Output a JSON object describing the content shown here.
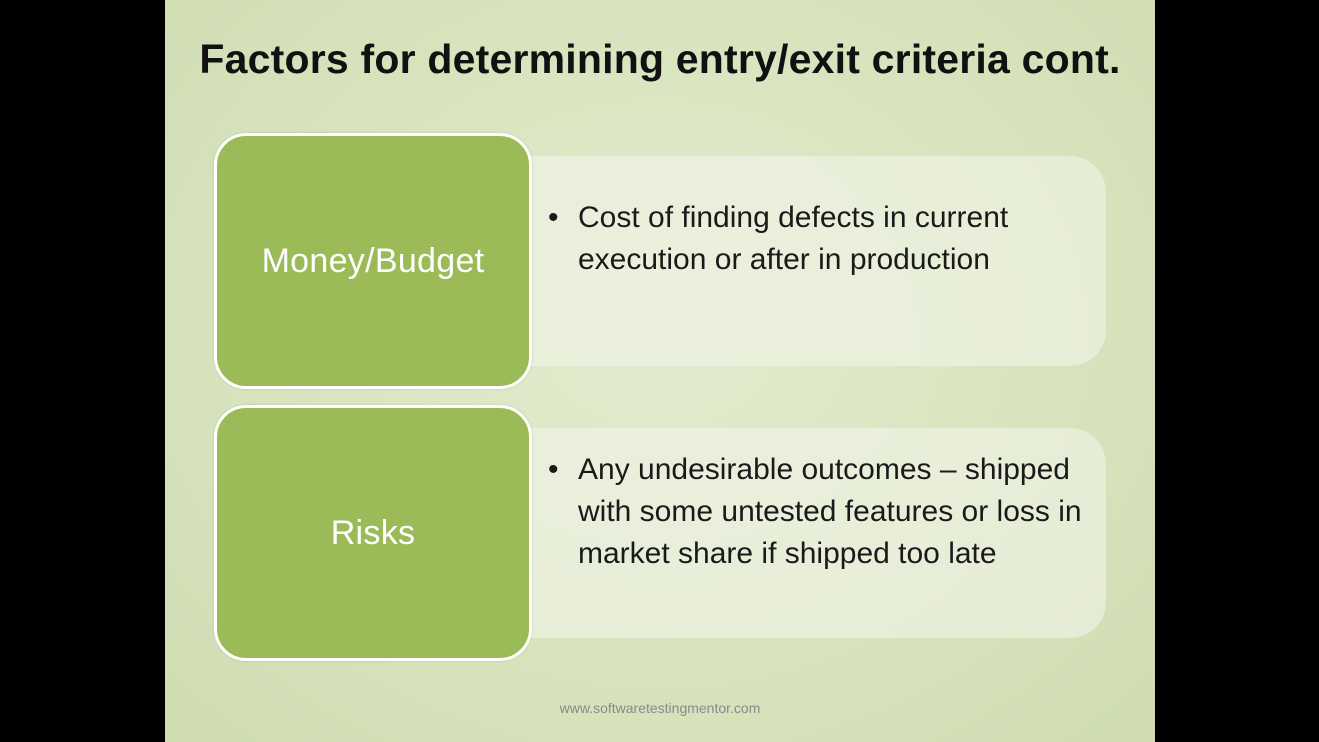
{
  "slide": {
    "title": "Factors for determining entry/exit criteria cont.",
    "rows": [
      {
        "label": "Money/Budget",
        "bullet": "•",
        "text": "Cost of finding defects in current execution or after in production"
      },
      {
        "label": "Risks",
        "bullet": "•",
        "text": "Any undesirable outcomes – shipped with some untested features or loss in market share if shipped too late"
      }
    ],
    "footer": "www.softwaretestingmentor.com"
  },
  "colors": {
    "slide_background": "#d8e4be",
    "label_box_fill": "#9bbb59",
    "label_box_border": "#ffffff",
    "detail_box_fill": "#eef2e2",
    "title_text": "#111111",
    "letterbox": "#000000"
  }
}
